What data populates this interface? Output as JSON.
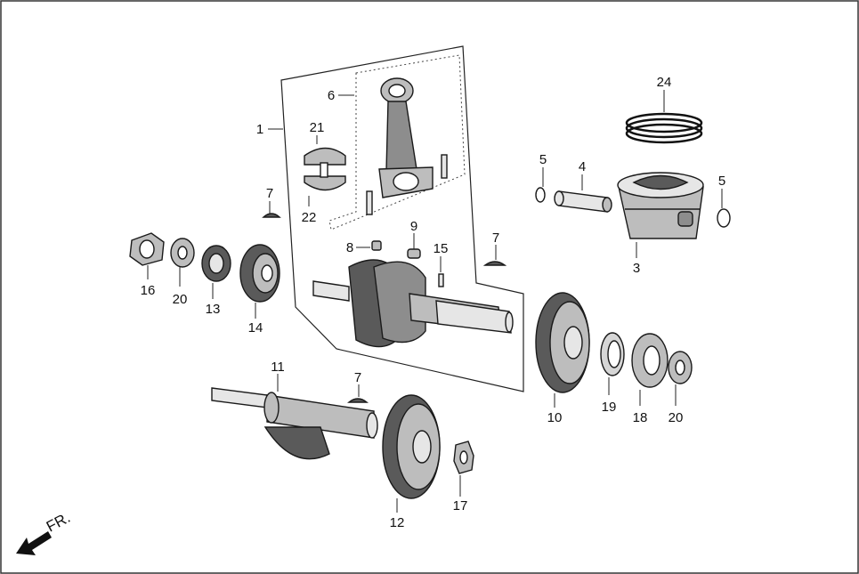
{
  "callouts": {
    "c1": "1",
    "c3": "3",
    "c4": "4",
    "c5a": "5",
    "c5b": "5",
    "c6": "6",
    "c7a": "7",
    "c7b": "7",
    "c7c": "7",
    "c8": "8",
    "c9": "9",
    "c10": "10",
    "c11": "11",
    "c12": "12",
    "c13": "13",
    "c14": "14",
    "c15": "15",
    "c16": "16",
    "c17": "17",
    "c18": "18",
    "c19": "19",
    "c20a": "20",
    "c20b": "20",
    "c21": "21",
    "c22": "22",
    "c24": "24"
  },
  "direction_label": "FR.",
  "icons": {
    "direction": "front-arrow-icon"
  },
  "colors": {
    "line": "#1a1a1a",
    "shade_dark": "#5a5a5a",
    "shade_mid": "#8d8d8d",
    "shade_light": "#bdbdbd",
    "background": "#ffffff"
  }
}
